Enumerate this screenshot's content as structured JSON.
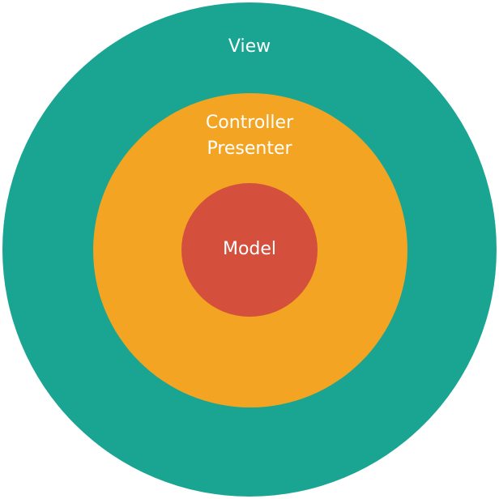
{
  "diagram": {
    "layers": {
      "outer": {
        "label": "View",
        "color": "#1aa592"
      },
      "middle": {
        "label_line1": "Controller",
        "label_line2": "Presenter",
        "color": "#f2a422"
      },
      "inner": {
        "label": "Model",
        "color": "#d44f3c"
      }
    }
  }
}
